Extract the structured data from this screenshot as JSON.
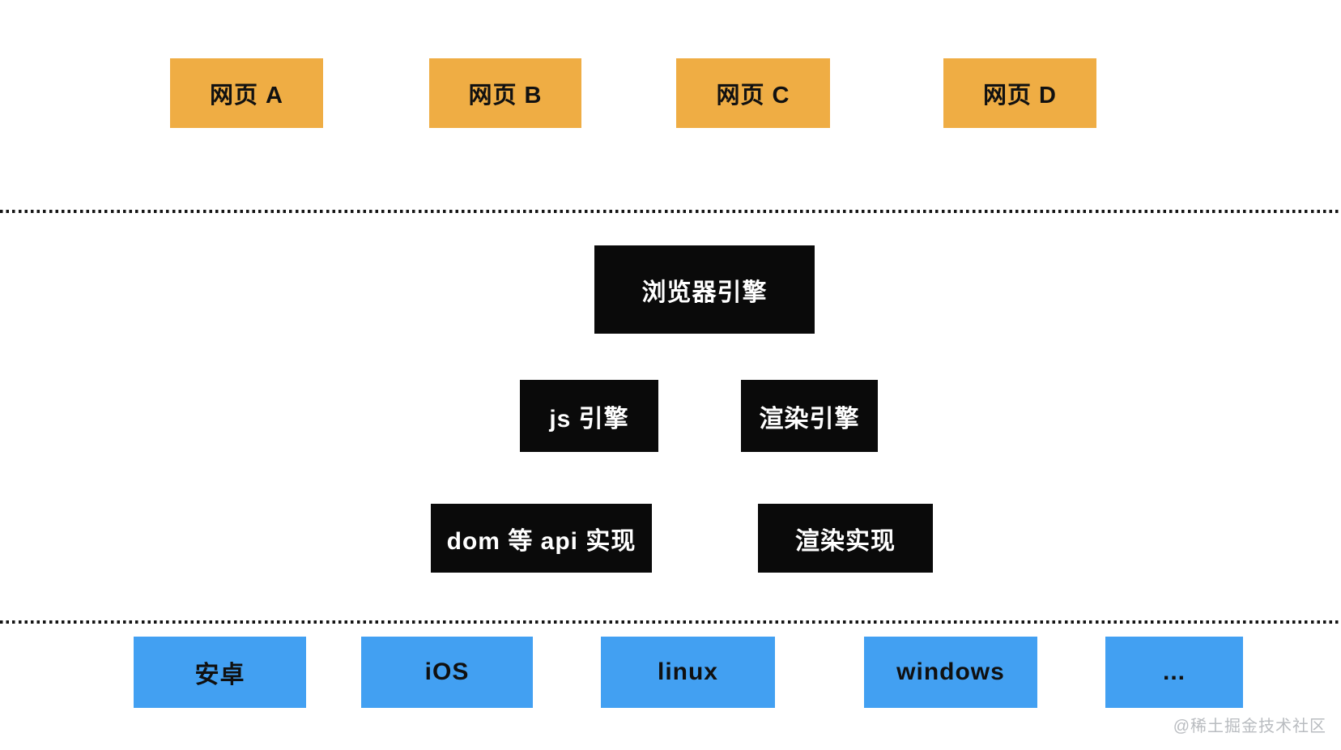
{
  "diagram": {
    "webpages": [
      {
        "label": "网页 A"
      },
      {
        "label": "网页 B"
      },
      {
        "label": "网页 C"
      },
      {
        "label": "网页 D"
      }
    ],
    "browser_engine": {
      "label": "浏览器引擎"
    },
    "engines": [
      {
        "label": "js 引擎"
      },
      {
        "label": "渲染引擎"
      }
    ],
    "implementations": [
      {
        "label": "dom 等 api 实现"
      },
      {
        "label": "渲染实现"
      }
    ],
    "platforms": [
      {
        "label": "安卓"
      },
      {
        "label": "iOS"
      },
      {
        "label": "linux"
      },
      {
        "label": "windows"
      },
      {
        "label": "..."
      }
    ],
    "watermark": "@稀土掘金技术社区",
    "colors": {
      "webpage_box": "#efad44",
      "engine_box": "#0a0a0a",
      "platform_box": "#42a0f2",
      "dotted_line": "#151515",
      "watermark_text": "#b9bcc0",
      "background": "#ffffff"
    }
  }
}
